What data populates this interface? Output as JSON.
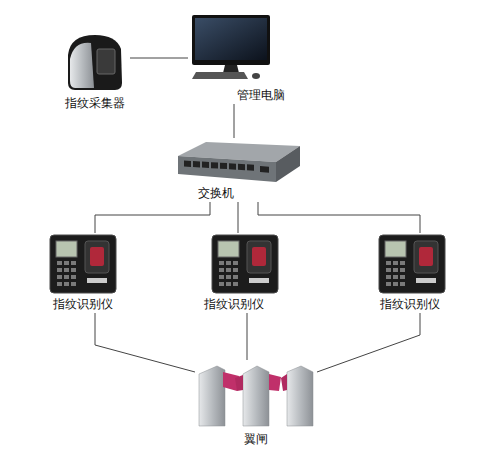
{
  "diagram": {
    "nodes": [
      {
        "text": [
          "指纹采集器"
        ]
      },
      {
        "text": [
          "管理电脑"
        ]
      },
      {
        "text": [
          "交换机"
        ]
      },
      {
        "text": [
          "指纹识别仪"
        ]
      },
      {
        "text": [
          "指纹识别仪"
        ]
      },
      {
        "text": [
          "指纹识别仪"
        ]
      },
      {
        "text": [
          "翼闸"
        ]
      }
    ],
    "edges": [
      {
        "from": 0,
        "to": 1,
        "arrow": "none"
      },
      {
        "from": 1,
        "to": 2,
        "arrow": "none"
      },
      {
        "from": 2,
        "to": 3,
        "arrow": "none"
      },
      {
        "from": 2,
        "to": 4,
        "arrow": "none"
      },
      {
        "from": 2,
        "to": 5,
        "arrow": "none"
      },
      {
        "from": 3,
        "to": 6,
        "arrow": "none"
      },
      {
        "from": 4,
        "to": 6,
        "arrow": "none"
      },
      {
        "from": 5,
        "to": 6,
        "arrow": "none"
      }
    ]
  }
}
